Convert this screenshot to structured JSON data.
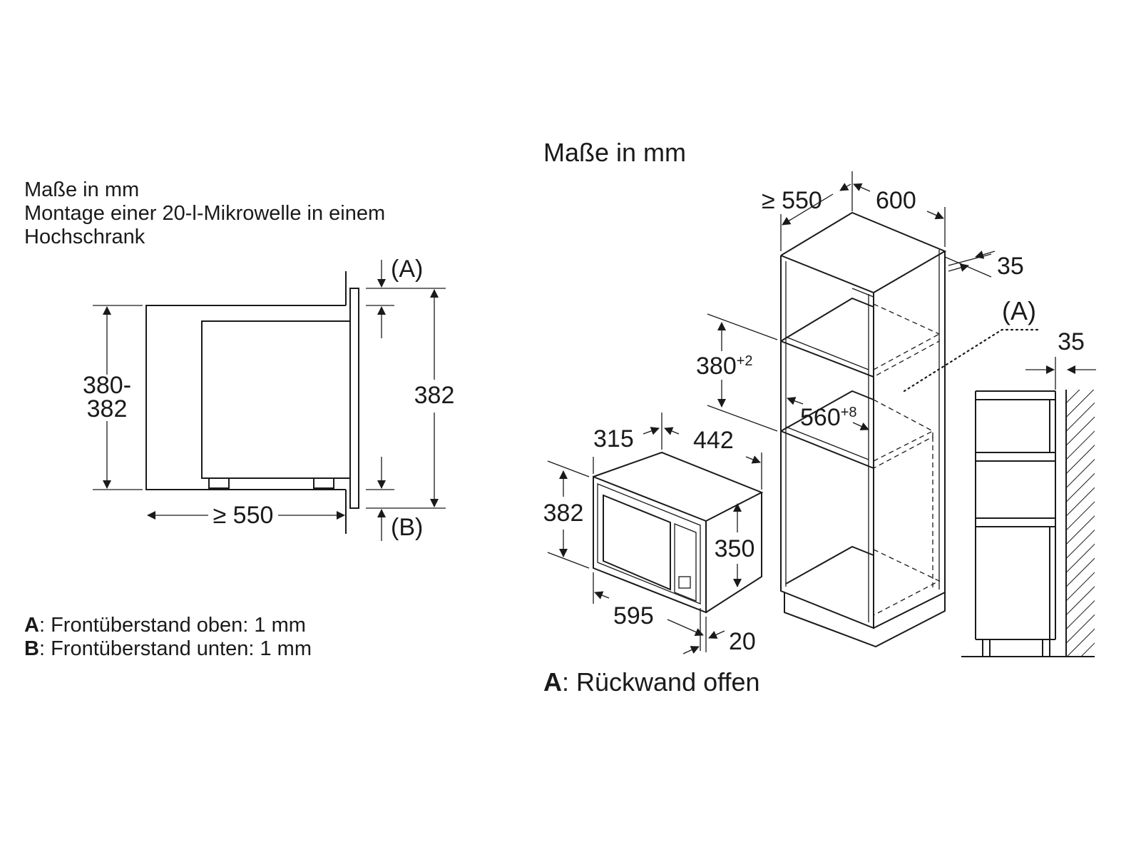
{
  "left_panel": {
    "heading_lines": [
      "Maße in mm",
      "Montage einer 20-l-Mikrowelle in einem",
      "Hochschrank"
    ],
    "dims": {
      "height_range_top": "380-",
      "height_range_bottom": "382",
      "opening_height": "382",
      "depth": "≥ 550"
    },
    "markers": {
      "a": "(A)",
      "b": "(B)"
    },
    "legend": [
      {
        "key": "A",
        "text": ": Frontüberstand oben: 1 mm"
      },
      {
        "key": "B",
        "text": ": Frontüberstand unten: 1 mm"
      }
    ]
  },
  "right_panel": {
    "heading": "Maße in mm",
    "cabinet_dims": {
      "depth": "≥ 550",
      "width": "600",
      "side_gap": "35",
      "niche_height": "380",
      "niche_height_tol": "+2",
      "niche_width": "560",
      "niche_width_tol": "+8"
    },
    "microwave_dims": {
      "depth": "315",
      "body_width": "442",
      "front_height": "382",
      "body_height": "350",
      "front_width": "595",
      "front_thickness": "20"
    },
    "side_view": {
      "marker": "(A)",
      "gap": "35"
    },
    "legend": {
      "key": "A",
      "text": ": Rückwand offen"
    }
  }
}
